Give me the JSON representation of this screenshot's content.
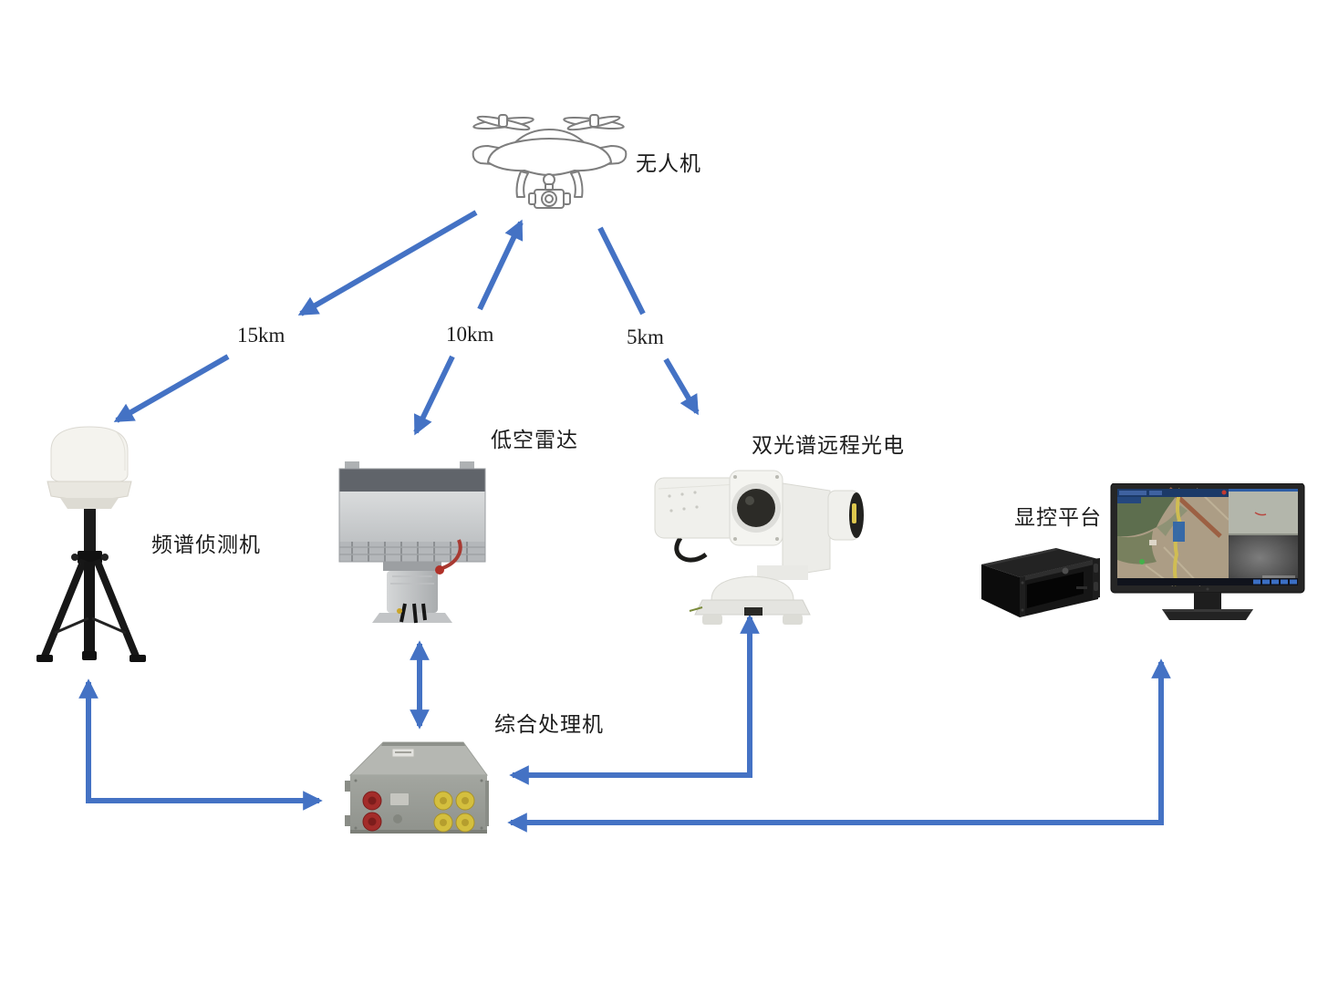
{
  "diagram": {
    "type": "system-architecture",
    "background": "#ffffff",
    "colors": {
      "arrow": "#4472c4",
      "text": "#1c1c1c"
    },
    "nodes": {
      "drone": {
        "label": "无人机"
      },
      "spectrum_detector": {
        "label": "频谱侦测机"
      },
      "radar": {
        "label": "低空雷达"
      },
      "optics": {
        "label": "双光谱远程光电"
      },
      "display_platform": {
        "label": "显控平台"
      },
      "processor": {
        "label": "综合处理机"
      }
    },
    "links": {
      "drone_to_spectrum": {
        "label": "15km"
      },
      "drone_to_radar": {
        "label": "10km"
      },
      "drone_to_optics": {
        "label": "5km"
      }
    }
  }
}
